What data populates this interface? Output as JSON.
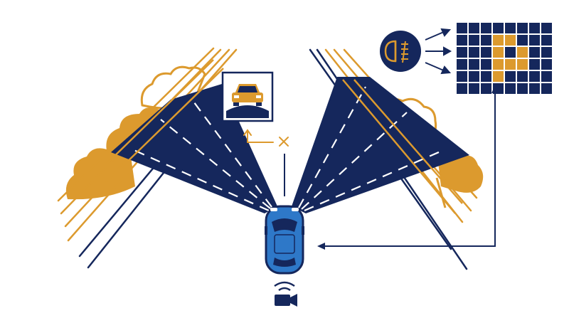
{
  "colors": {
    "navy": "#15275c",
    "gold": "#dc9a2e",
    "car_blue": "#2e78c8",
    "car_blue_dark": "#1b4f92",
    "white": "#ffffff"
  },
  "icons": {
    "headlight": "headlight-icon",
    "camera": "camera-icon",
    "detected_car": "car-icon",
    "lens_x": "x-mark-icon",
    "corner_arrow": "corner-arrow-icon"
  },
  "matrix": {
    "rows": 6,
    "cols": 8,
    "highlighted": [
      [
        1,
        3
      ],
      [
        1,
        4
      ],
      [
        2,
        3
      ],
      [
        2,
        5
      ],
      [
        3,
        3
      ],
      [
        3,
        4
      ],
      [
        3,
        5
      ],
      [
        4,
        3
      ]
    ]
  }
}
